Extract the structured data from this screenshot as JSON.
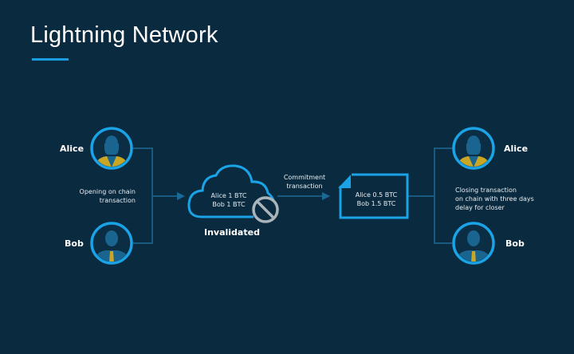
{
  "title": "Lightning Network",
  "colors": {
    "background": "#0a2a3f",
    "accent": "#1a9ce0",
    "connector": "#1b5a80",
    "avatar_body": "#1a6590",
    "avatar_collar": "#c9a724",
    "invalid_icon": "#a9b4bb"
  },
  "left": {
    "alice": {
      "name": "Alice",
      "icon": "female-user-icon"
    },
    "bob": {
      "name": "Bob",
      "icon": "male-user-icon"
    },
    "caption_lines": [
      "Opening on chain",
      "transaction"
    ]
  },
  "cloud": {
    "lines": [
      "Alice 1 BTC",
      "Bob 1 BTC"
    ],
    "status": "Invalidated",
    "icon": "prohibited-icon"
  },
  "commitment": {
    "label_lines": [
      "Commitment",
      "transaction"
    ]
  },
  "document": {
    "lines": [
      "Alice 0.5 BTC",
      "Bob 1.5 BTC"
    ]
  },
  "right": {
    "alice": {
      "name": "Alice",
      "icon": "female-user-icon"
    },
    "bob": {
      "name": "Bob",
      "icon": "male-user-icon"
    },
    "caption_lines": [
      "Closing transaction",
      "on chain with three days",
      "delay for closer"
    ]
  }
}
